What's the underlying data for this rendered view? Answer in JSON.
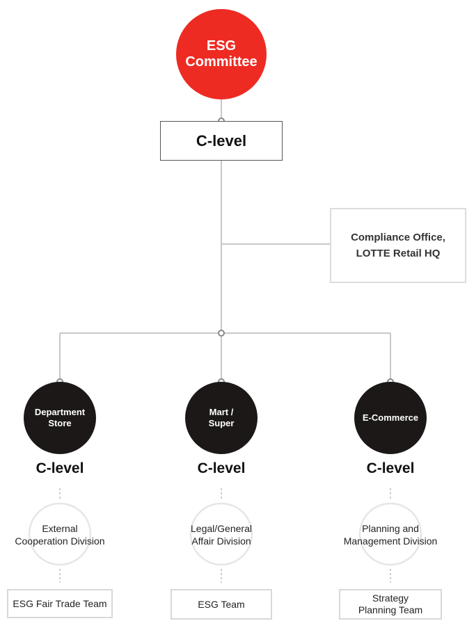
{
  "top": {
    "committee": [
      "ESG",
      "Committee"
    ],
    "clevel": "C-level",
    "compliance": [
      "Compliance Office,",
      "LOTTE Retail HQ"
    ]
  },
  "divisions": [
    {
      "name": [
        "Department",
        "Store"
      ],
      "clevel": "C-level",
      "unit": [
        "External",
        "Cooperation Division"
      ],
      "team": [
        "ESG Fair Trade Team"
      ]
    },
    {
      "name": [
        "Mart /",
        "Super"
      ],
      "clevel": "C-level",
      "unit": [
        "Legal/General",
        "Affair Division"
      ],
      "team": [
        "ESG Team"
      ]
    },
    {
      "name": [
        "E-Commerce"
      ],
      "clevel": "C-level",
      "unit": [
        "Planning and",
        "Management Division"
      ],
      "team": [
        "Strategy",
        "Planning Team"
      ]
    }
  ],
  "colors": {
    "committee": "#ee2b23",
    "division": "#1c1818",
    "connector": "#b5b5b5"
  }
}
